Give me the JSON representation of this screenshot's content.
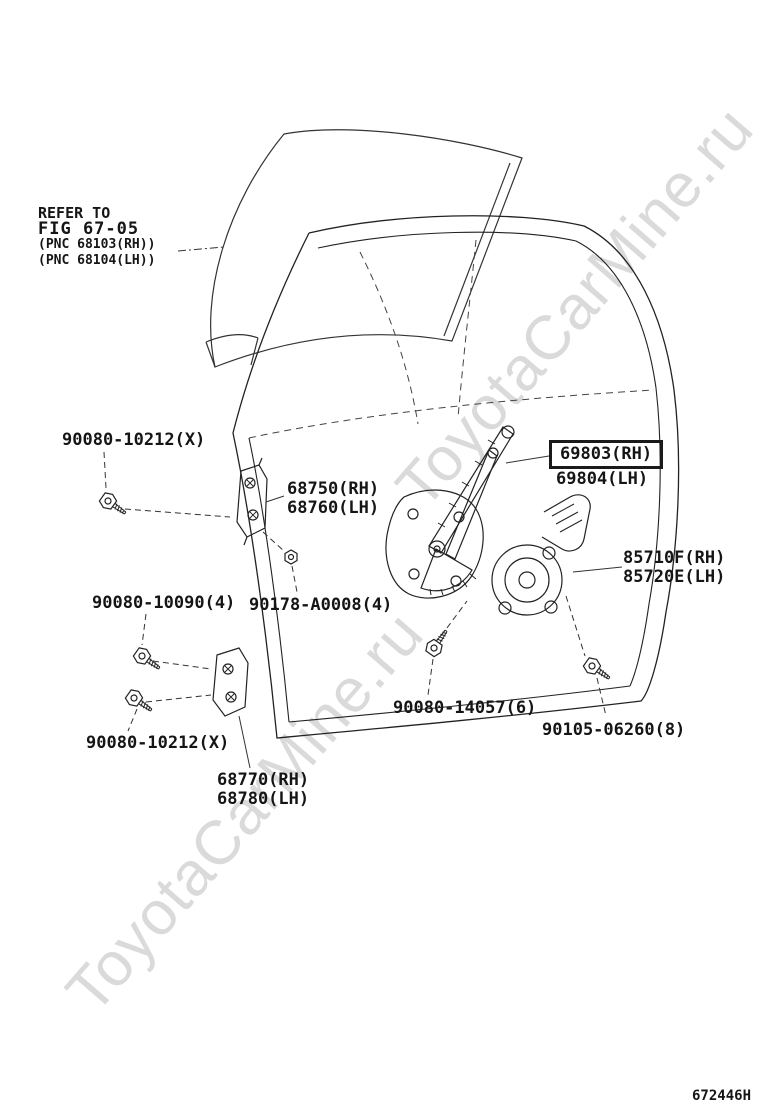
{
  "page": {
    "watermark": "ToyotaCarMine.ru",
    "diagram_code": "672446H"
  },
  "refer_note": {
    "line1": "REFER TO",
    "line2": "FIG 67-05",
    "line3": "(PNC 68103(RH))",
    "line4": "(PNC 68104(LH))"
  },
  "parts": {
    "bolt_upper_hinge": "90080-10212(X)",
    "upper_hinge_rh": "68750(RH)",
    "upper_hinge_lh": "68760(LH)",
    "regulator_rh": "69803(RH)",
    "regulator_lh": "69804(LH)",
    "motor_rh": "85710F(RH)",
    "motor_lh": "85720E(LH)",
    "bolt_10090": "90080-10090(4)",
    "nut_a0008": "90178-A0008(4)",
    "bolt_lower_hinge": "90080-10212(X)",
    "lower_hinge_rh": "68770(RH)",
    "lower_hinge_lh": "68780(LH)",
    "bolt_14057": "90080-14057(6)",
    "bolt_06260": "90105-06260(8)"
  }
}
